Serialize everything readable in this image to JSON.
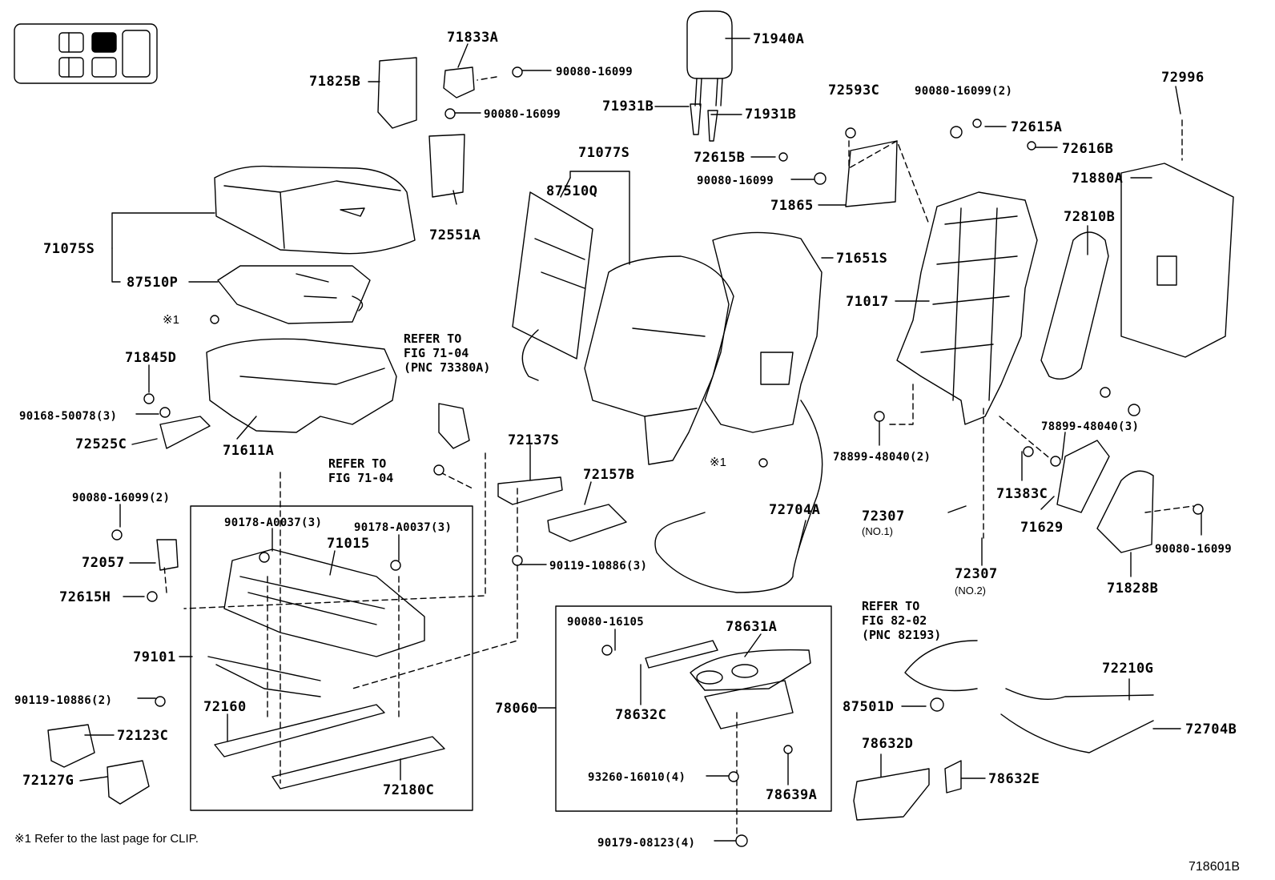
{
  "parts": {
    "p71833A": "71833A",
    "p71940A": "71940A",
    "p71825B": "71825B",
    "p90080_16099_a": "90080-16099",
    "p90080_16099_b": "90080-16099",
    "p71931B_l": "71931B",
    "p71931B_r": "71931B",
    "p72593C": "72593C",
    "p90080_16099_2_top": "90080-16099(2)",
    "p72996": "72996",
    "p72615A": "72615A",
    "p72616B": "72616B",
    "p72615B": "72615B",
    "p90080_16099_c": "90080-16099",
    "p71880A": "71880A",
    "p71077S": "71077S",
    "p87510Q": "87510Q",
    "p71865": "71865",
    "p72810B": "72810B",
    "p72551A": "72551A",
    "p71075S": "71075S",
    "p71651S": "71651S",
    "p87510P": "87510P",
    "p71017": "71017",
    "p71845D": "71845D",
    "p90168_50078": "90168-50078(3)",
    "p72525C": "72525C",
    "p71611A": "71611A",
    "p78899_48040_3": "78899-48040(3)",
    "p78899_48040_2": "78899-48040(2)",
    "p72137S": "72137S",
    "p72157B": "72157B",
    "p90080_16099_2_left": "90080-16099(2)",
    "p90178_a": "90178-A0037(3)",
    "p90178_b": "90178-A0037(3)",
    "p71015": "71015",
    "p72057": "72057",
    "p90119_10886_3": "90119-10886(3)",
    "p72704A": "72704A",
    "p72307_1": "72307",
    "p72307_2": "72307",
    "p71383C": "71383C",
    "p71629": "71629",
    "p90080_16099_right": "90080-16099",
    "p71828B": "71828B",
    "p72615H": "72615H",
    "p79101": "79101",
    "p90080_16105": "90080-16105",
    "p78631A": "78631A",
    "p90119_10886_2": "90119-10886(2)",
    "p72160": "72160",
    "p78060": "78060",
    "p78632C": "78632C",
    "p72210G": "72210G",
    "p87501D": "87501D",
    "p72704B": "72704B",
    "p72123C": "72123C",
    "p78632D": "78632D",
    "p72127G": "72127G",
    "p72180C": "72180C",
    "p93260": "93260-16010(4)",
    "p78639A": "78639A",
    "p78632E": "78632E",
    "p90179": "90179-08123(4)"
  },
  "subs": {
    "no1": "(NO.1)",
    "no2": "(NO.2)"
  },
  "refs": {
    "r1": "REFER TO\nFIG 71-04\n(PNC 73380A)",
    "r2": "REFER TO\nFIG 71-04",
    "r3": "REFER TO\nFIG 82-02\n(PNC 82193)"
  },
  "clip_mark": "※1",
  "footnote": "※1  Refer to the last page for CLIP.",
  "figure_number": "718601B"
}
